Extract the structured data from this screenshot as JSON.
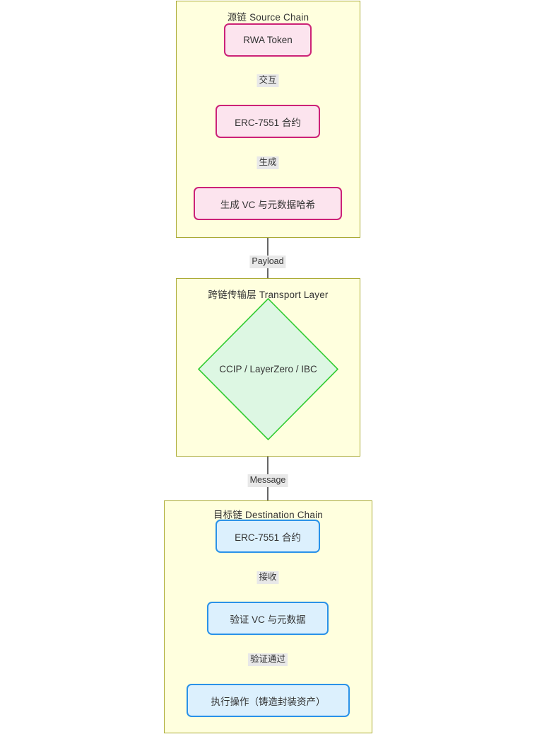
{
  "diagram": {
    "type": "flowchart",
    "direction": "top-down",
    "colors": {
      "subgraph_fill": "#ffffde",
      "subgraph_border": "#aaaa33",
      "pink_fill": "#fce4ee",
      "pink_border": "#cc2277",
      "blue_fill": "#dcf0fd",
      "blue_border": "#2a92e8",
      "diamond_fill": "#ddf7e3",
      "diamond_border": "#33cc33",
      "edge_stroke": "#666666",
      "edge_label_bg": "#e8e8e8",
      "text": "#333333"
    },
    "subgraphs": [
      {
        "id": "source-chain",
        "title": "源链 Source Chain",
        "nodes": [
          {
            "id": "rwa-token",
            "label": "RWA Token",
            "shape": "rounded-rect",
            "style": "pink"
          },
          {
            "id": "erc7551-source",
            "label": "ERC-7551 合约",
            "shape": "rounded-rect",
            "style": "pink"
          },
          {
            "id": "generate-vc",
            "label": "生成 VC 与元数据哈希",
            "shape": "rounded-rect",
            "style": "pink"
          }
        ]
      },
      {
        "id": "transport-layer",
        "title": "跨链传输层 Transport Layer",
        "nodes": [
          {
            "id": "bridge",
            "label": "CCIP / LayerZero / IBC",
            "shape": "diamond",
            "style": "green"
          }
        ]
      },
      {
        "id": "destination-chain",
        "title": "目标链 Destination Chain",
        "nodes": [
          {
            "id": "erc7551-dest",
            "label": "ERC-7551 合约",
            "shape": "rounded-rect",
            "style": "blue"
          },
          {
            "id": "verify-vc",
            "label": "验证 VC 与元数据",
            "shape": "rounded-rect",
            "style": "blue"
          },
          {
            "id": "execute-op",
            "label": "执行操作（铸造封装资产）",
            "shape": "rounded-rect",
            "style": "blue"
          }
        ]
      }
    ],
    "edges": [
      {
        "id": "e1",
        "from": "rwa-token",
        "to": "erc7551-source",
        "label": "交互"
      },
      {
        "id": "e2",
        "from": "erc7551-source",
        "to": "generate-vc",
        "label": "生成"
      },
      {
        "id": "e3",
        "from": "generate-vc",
        "to": "bridge",
        "label": "Payload"
      },
      {
        "id": "e4",
        "from": "bridge",
        "to": "erc7551-dest",
        "label": "Message"
      },
      {
        "id": "e5",
        "from": "erc7551-dest",
        "to": "verify-vc",
        "label": "接收"
      },
      {
        "id": "e6",
        "from": "verify-vc",
        "to": "execute-op",
        "label": "验证通过"
      }
    ]
  }
}
